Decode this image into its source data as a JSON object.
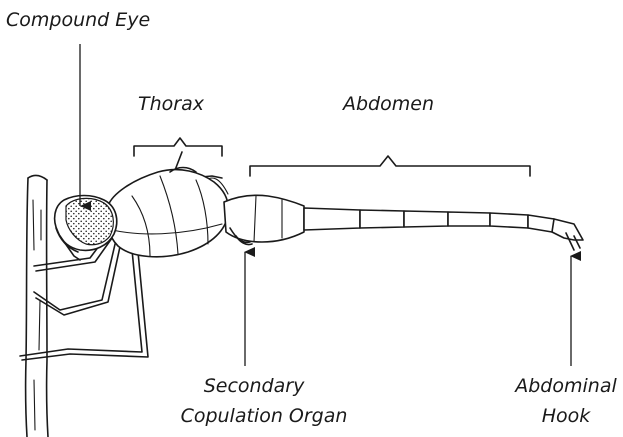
{
  "labels": {
    "compound_eye": "Compound Eye",
    "thorax": "Thorax",
    "abdomen": "Abdomen",
    "secondary_copulation_organ_line1": "Secondary",
    "secondary_copulation_organ_line2": "Copulation Organ",
    "abdominal_hook_line1": "Abdominal",
    "abdominal_hook_line2": "Hook"
  },
  "colors": {
    "ink": "#1a1a1a",
    "background": "#ffffff"
  }
}
